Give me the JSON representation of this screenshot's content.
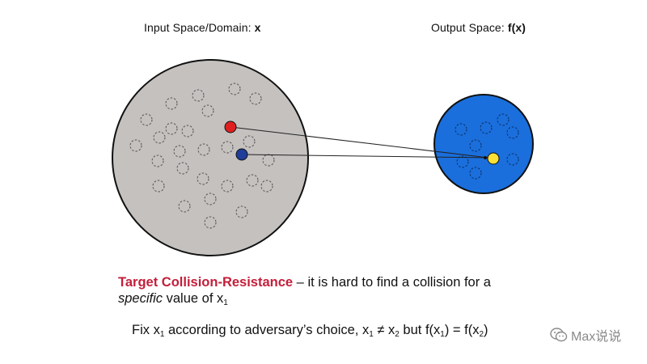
{
  "header": {
    "input_label": "Input Space/Domain:",
    "input_var": "x",
    "output_label": "Output Space:",
    "output_var": "f(x)"
  },
  "colors": {
    "input_fill": "#c4c1bf",
    "output_fill": "#1a6fdc",
    "red_point": "#e02020",
    "blue_point": "#1f3d99",
    "yellow_point": "#ffe135",
    "term_red": "#c41e3a"
  },
  "definition": {
    "term": "Target Collision-Resistance",
    "dash": " – ",
    "text_a": "it is hard to find a collision for a ",
    "emph": "specific",
    "text_b": " value of x",
    "sub1": "1"
  },
  "fix_line": {
    "a": "Fix x",
    "s1": "1",
    "b": " according to adversary’s choice, x",
    "s2": "1",
    "c": " ≠ x",
    "s3": "2",
    "d": " but f(x",
    "s4": "1",
    "e": ") = f(x",
    "s5": "2",
    "f": ")"
  },
  "watermark": {
    "text": "Max说说",
    "icon": "wechat-icon"
  }
}
